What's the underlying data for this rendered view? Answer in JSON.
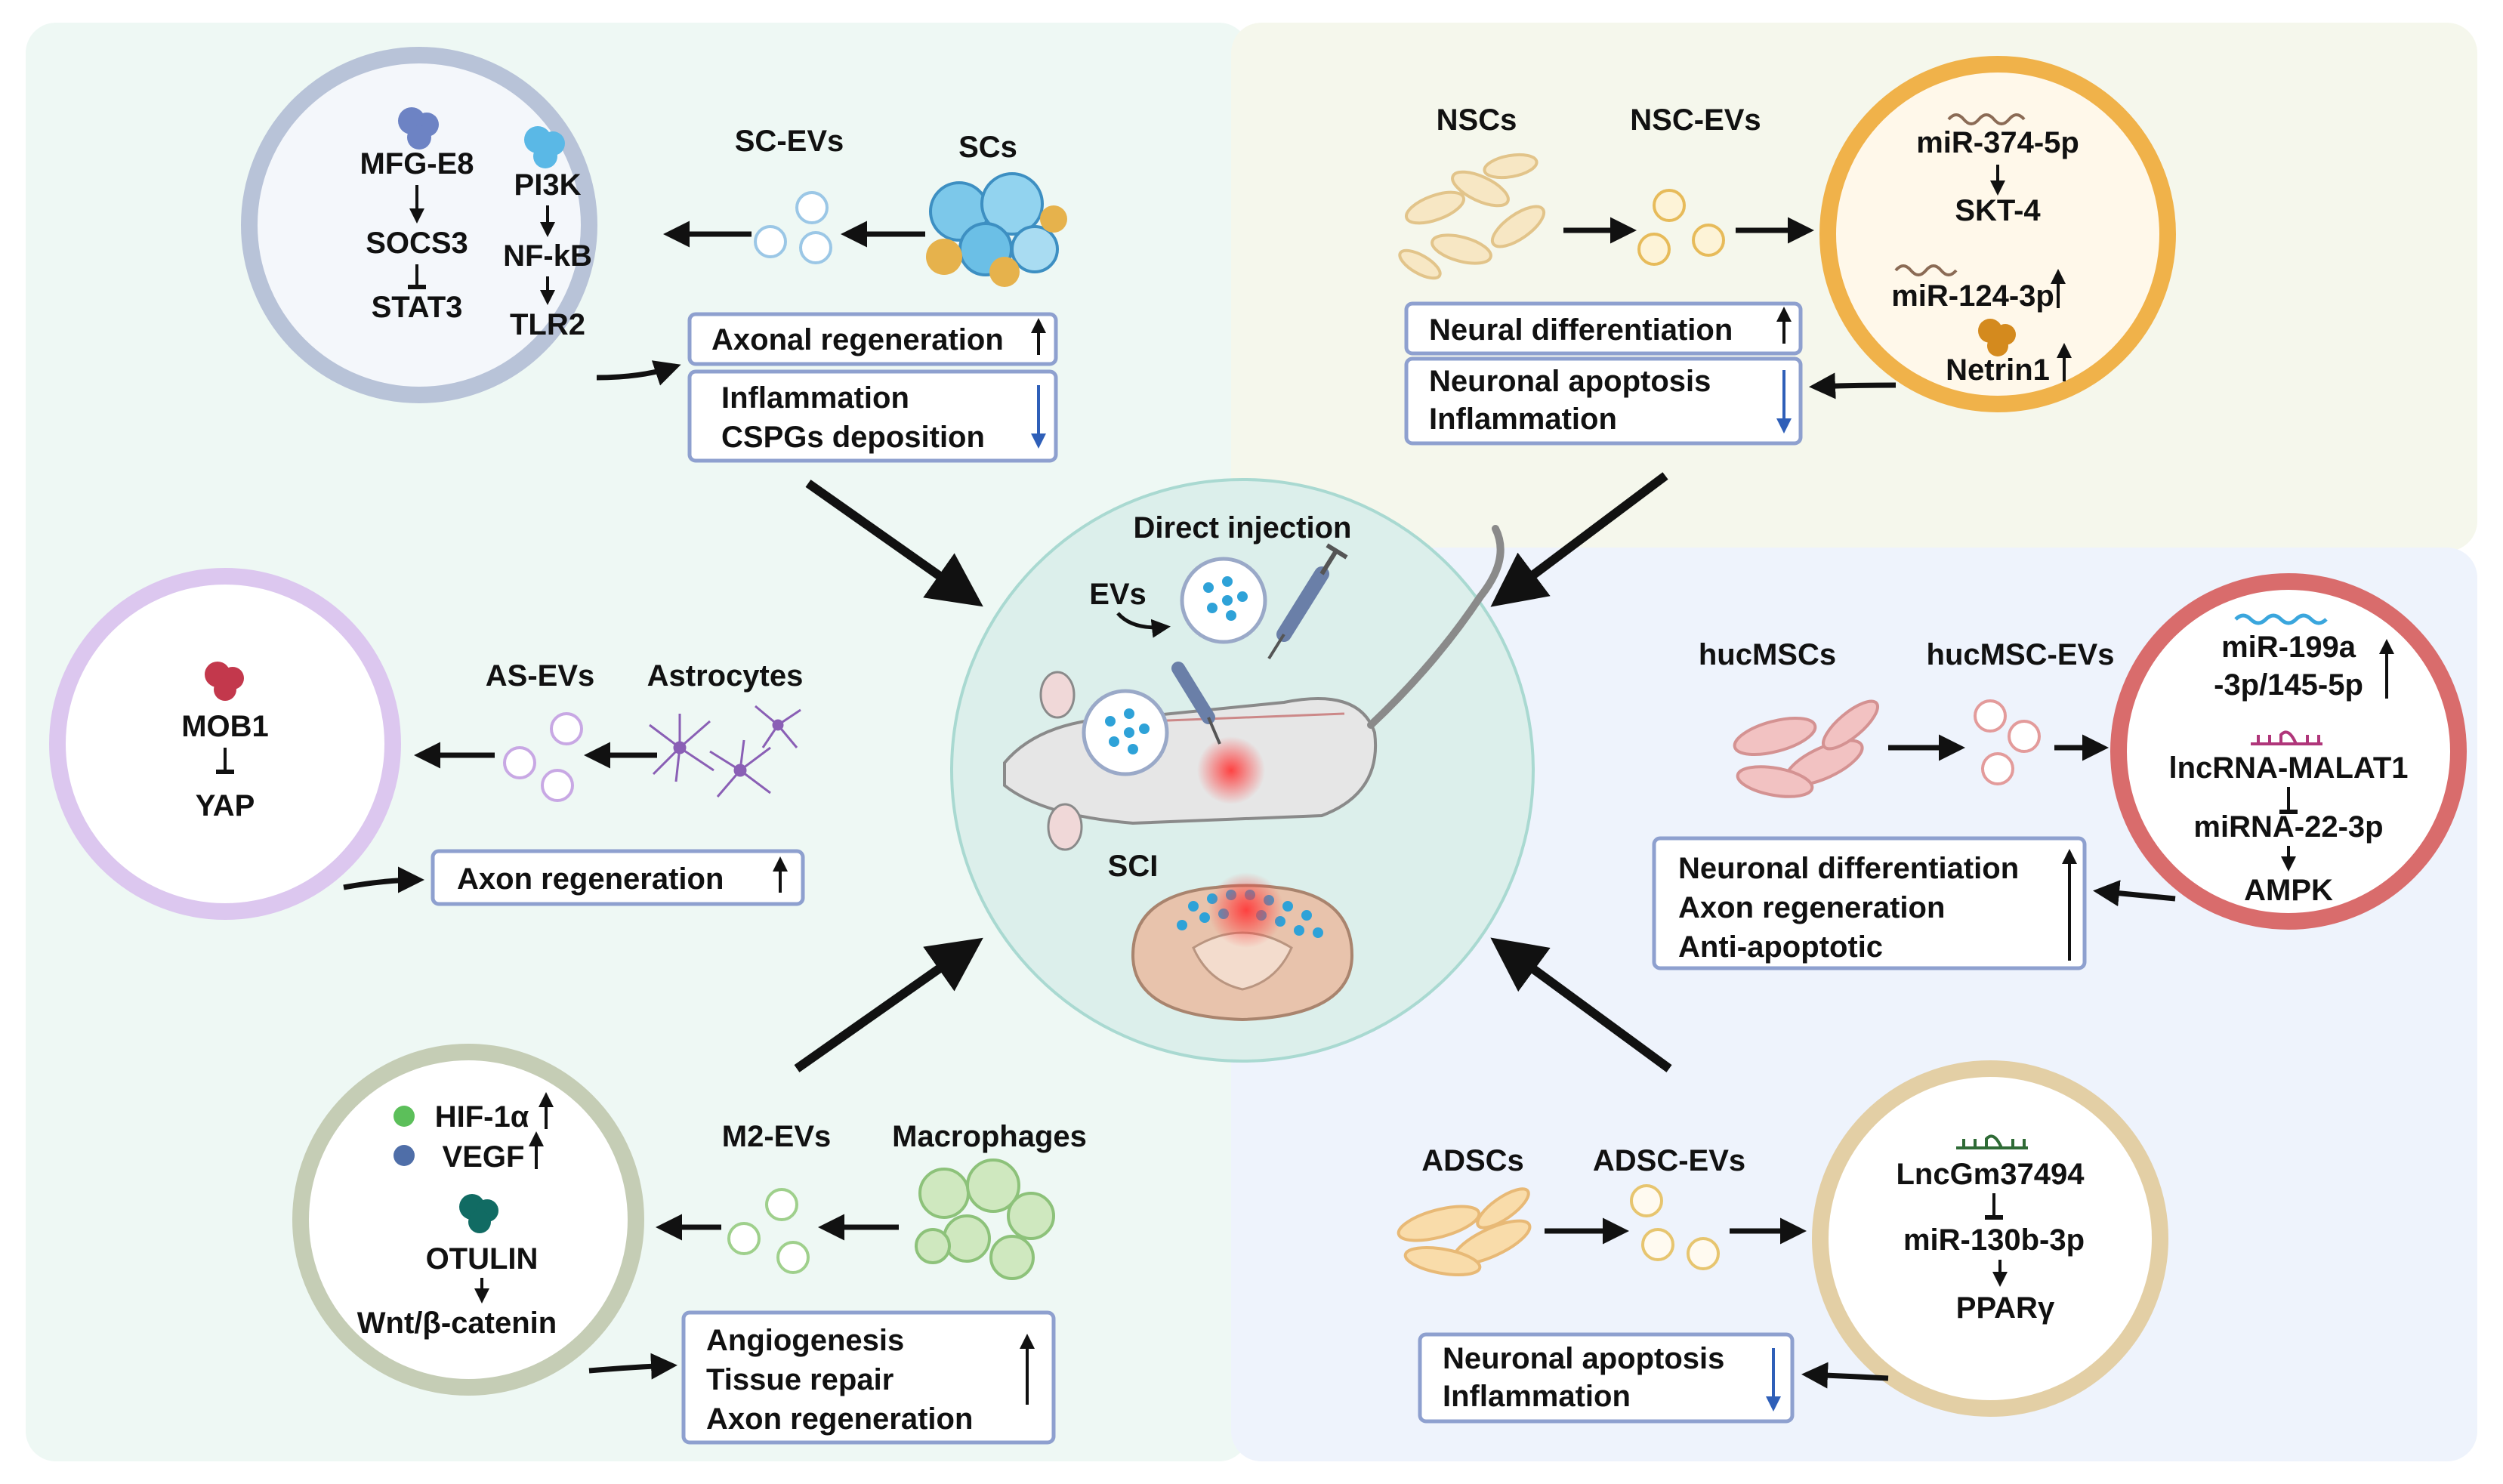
{
  "center": {
    "direct_injection": "Direct injection",
    "evs": "EVs",
    "sci": "SCI"
  },
  "sc": {
    "source": "SCs",
    "evs": "SC-EVs",
    "circle": {
      "mfge8": "MFG-E8",
      "socs3": "SOCS3",
      "stat3": "STAT3",
      "pi3k": "PI3K",
      "nfkb": "NF-kB",
      "tlr2": "TLR2"
    },
    "up_box": "Axonal regeneration",
    "down_box": [
      "Inflammation",
      "CSPGs deposition"
    ]
  },
  "nsc": {
    "source": "NSCs",
    "evs": "NSC-EVs",
    "circle": {
      "mir374": "miR-374-5p",
      "skt4": "SKT-4",
      "mir124": "miR-124-3p",
      "netrin1": "Netrin1"
    },
    "up_box": "Neural differentiation",
    "down_box": [
      "Neuronal apoptosis",
      "Inflammation"
    ]
  },
  "as": {
    "source": "Astrocytes",
    "evs": "AS-EVs",
    "circle": {
      "mob1": "MOB1",
      "yap": "YAP"
    },
    "up_box": "Axon regeneration"
  },
  "hucmsc": {
    "source": "hucMSCs",
    "evs": "hucMSC-EVs",
    "circle": {
      "mir199a_1": "miR-199a",
      "mir199a_2": "-3p/145-5p",
      "malat1": "lncRNA-MALAT1",
      "mir22": "miRNA-22-3p",
      "ampk": "AMPK"
    },
    "up_box": [
      "Neuronal differentiation",
      "Axon regeneration",
      "Anti-apoptotic"
    ]
  },
  "m2": {
    "source": "Macrophages",
    "evs": "M2-EVs",
    "circle": {
      "hif": "HIF-1α",
      "vegf": "VEGF",
      "otulin": "OTULIN",
      "wnt": "Wnt/β-catenin"
    },
    "up_box": [
      "Angiogenesis",
      "Tissue repair",
      "Axon regeneration"
    ]
  },
  "adsc": {
    "source": "ADSCs",
    "evs": "ADSC-EVs",
    "circle": {
      "lnc": "LncGm37494",
      "mir130": "miR-130b-3p",
      "ppar": "PPARγ"
    },
    "down_box": [
      "Neuronal apoptosis",
      "Inflammation"
    ]
  },
  "colors": {
    "panel_green": "#eef8f4",
    "panel_cream": "#f5f7ec",
    "panel_blue": "#eef3fc",
    "box_border": "#8ea0cf",
    "down_arrow": "#2f5fb8",
    "center_fill": "#dcefeb"
  }
}
